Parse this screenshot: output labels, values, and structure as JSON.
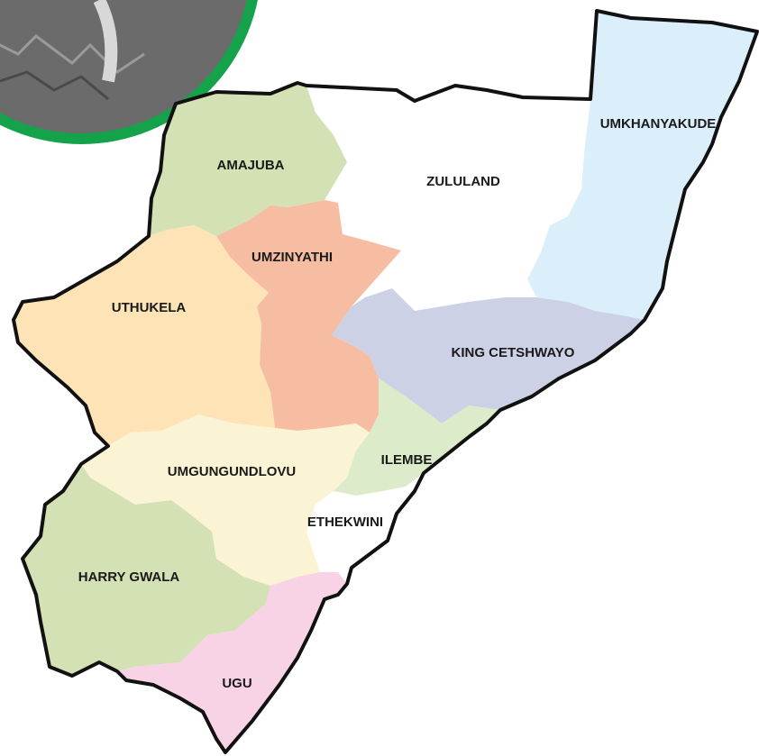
{
  "map": {
    "regions": [
      {
        "id": "umkhanyakude",
        "label": "UMKHANYAKUDE",
        "color": "#dbeffa"
      },
      {
        "id": "zululand",
        "label": "ZULULAND",
        "color": "#ffffff"
      },
      {
        "id": "amajuba",
        "label": "AMAJUBA",
        "color": "#d3e1b4"
      },
      {
        "id": "umzinyathi",
        "label": "UMZINYATHI",
        "color": "#f7bda3"
      },
      {
        "id": "uthukela",
        "label": "UTHUKELA",
        "color": "#fde3b6"
      },
      {
        "id": "king-cetshwayo",
        "label": "KING CETSHWAYO",
        "color": "#cdd1e6"
      },
      {
        "id": "umgungundlovu",
        "label": "UMGUNGUNDLOVU",
        "color": "#fbf4d4"
      },
      {
        "id": "ilembe",
        "label": "ILEMBE",
        "color": "#dcebc9"
      },
      {
        "id": "ethekwini",
        "label": "ETHEKWINI",
        "color": "#ffffff"
      },
      {
        "id": "harry-gwala",
        "label": "HARRY GWALA",
        "color": "#d3e1b4"
      },
      {
        "id": "ugu",
        "label": "UGU",
        "color": "#f8d3e6"
      }
    ],
    "badge": {
      "ring_color": "#14a24a",
      "photo_color": "#6b6b6b"
    }
  }
}
